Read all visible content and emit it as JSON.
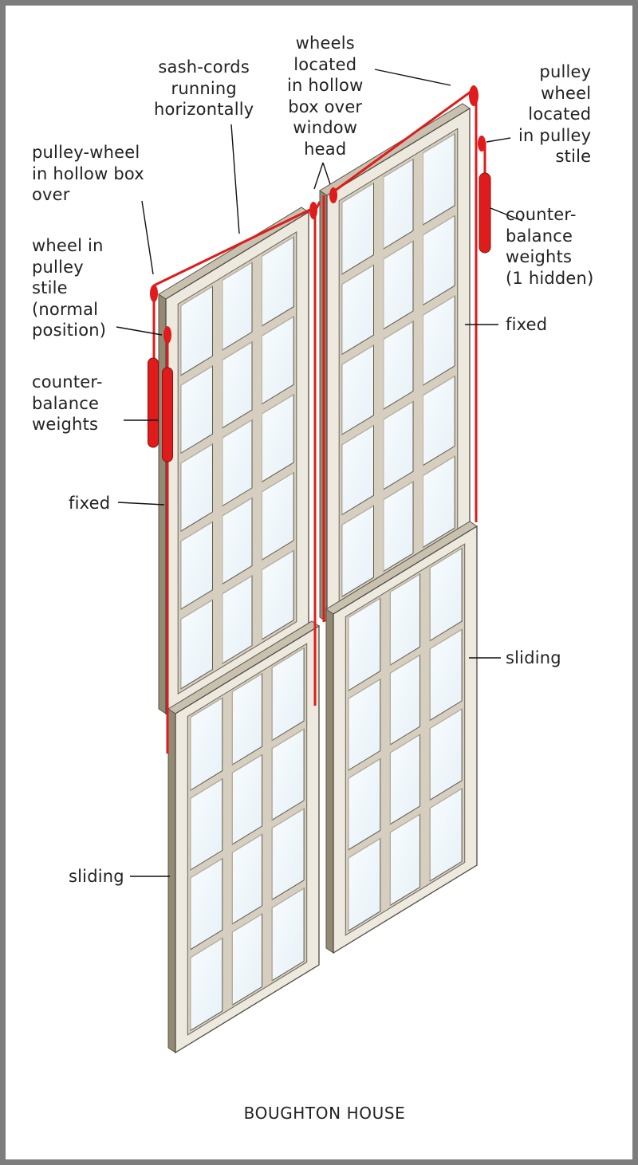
{
  "title": "BOUGHTON HOUSE",
  "labels": {
    "wheels_hollow_box": "wheels\nlocated\nin hollow\nbox over\nwindow\nhead",
    "sash_cords": "sash-cords\nrunning\nhorizontally",
    "pulley_wheel_hollow_box": "pulley-wheel\nin hollow box\nover",
    "wheel_pulley_stile": "wheel in\npulley\nstile\n(normal\nposition)",
    "counter_balance_left": "counter-\nbalance\nweights",
    "fixed_left": "fixed",
    "sliding_left": "sliding",
    "pulley_wheel_located": "pulley\nwheel\nlocated\nin pulley\nstile",
    "counter_balance_right": "counter-\nbalance\nweights\n(1 hidden)",
    "fixed_right": "fixed",
    "sliding_right": "sliding"
  },
  "colors": {
    "cord": "#e01b1b",
    "frame_face": "#eee9df",
    "frame_edge": "#a89c86",
    "glass": "#f4fafd",
    "border": "#7d7d7d"
  }
}
